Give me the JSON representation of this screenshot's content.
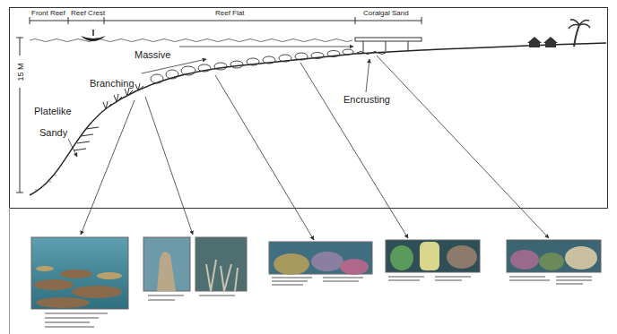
{
  "diagram": {
    "labels": [
      "Front Reef",
      "Reef Crest",
      "Reef Flat",
      "Coralgal Sand",
      "15 M",
      "Branching",
      "Massive",
      "Platelike",
      "Sandy",
      "Encrusting"
    ]
  }
}
